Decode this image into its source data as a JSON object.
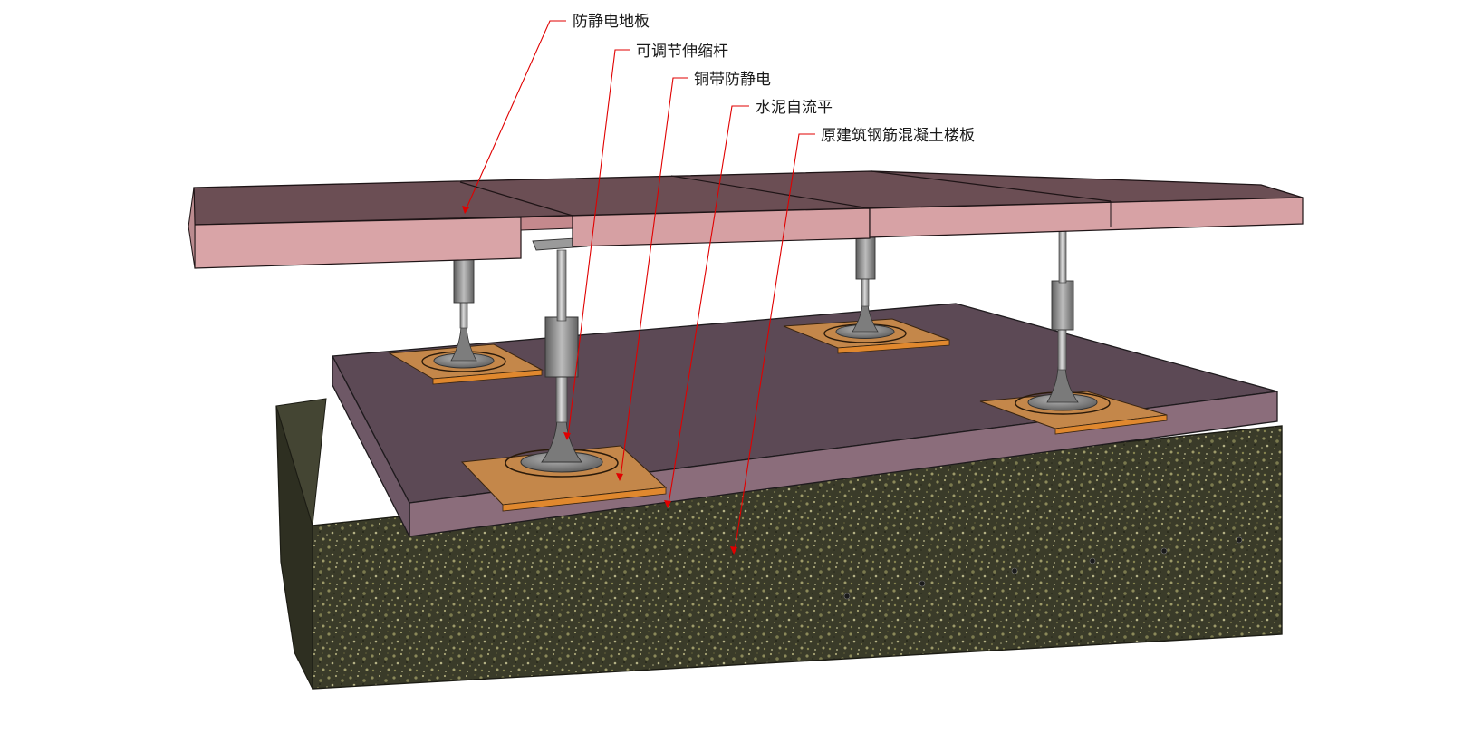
{
  "callouts": [
    {
      "id": "antistatic-floor",
      "label": "防静电地板"
    },
    {
      "id": "adjustable-rod",
      "label": "可调节伸缩杆"
    },
    {
      "id": "copper-strip",
      "label": "铜带防静电"
    },
    {
      "id": "cement-leveling",
      "label": "水泥自流平"
    },
    {
      "id": "concrete-slab",
      "label": "原建筑钢筋混凝土楼板"
    }
  ],
  "colors": {
    "leader": "#e00000",
    "panel_top": "#6e4f55",
    "panel_side": "#d9a3a6",
    "screed_top": "#5e4a57",
    "screed_side": "#8c6e7c",
    "concrete": "#3b3c2a",
    "copper": "#b7793a",
    "steel": "#9a9a9a"
  }
}
